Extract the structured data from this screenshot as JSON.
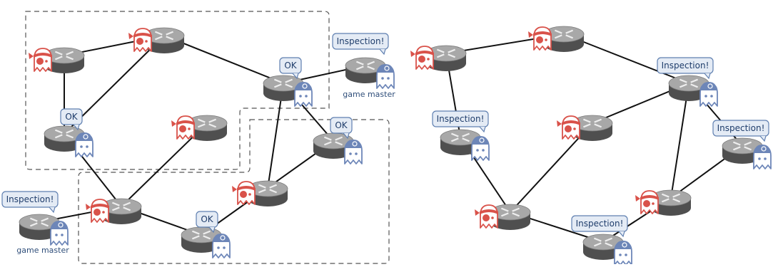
{
  "labels": {
    "inspection": "Inspection!",
    "ok": "OK",
    "game_master": "game master"
  },
  "colors": {
    "router_top": "#a8a8a8",
    "router_side": "#4f4f4f",
    "ghost_bad": "#d9524a",
    "ghost_good": "#6d86b8",
    "bubble_fill": "#e4ebf5",
    "bubble_stroke": "#5f7fb0",
    "edge": "#111111",
    "dash": "#555555"
  },
  "left_diagram": {
    "nodes": [
      {
        "id": "L1",
        "ghost": "bad"
      },
      {
        "id": "L2",
        "ghost": "bad"
      },
      {
        "id": "L3",
        "ghost": "good",
        "bubble": "ok"
      },
      {
        "id": "L4",
        "ghost": "good",
        "bubble": "inspection",
        "caption": "game_master"
      },
      {
        "id": "L5",
        "ghost": "good",
        "bubble": "ok"
      },
      {
        "id": "L6",
        "ghost": "bad"
      },
      {
        "id": "L7",
        "ghost": "good",
        "bubble": "ok"
      },
      {
        "id": "L8",
        "ghost": "bad"
      },
      {
        "id": "L9",
        "ghost": "good",
        "bubble": "inspection",
        "caption": "game_master"
      },
      {
        "id": "L10",
        "ghost": "good",
        "bubble": "ok"
      },
      {
        "id": "L11",
        "ghost": "bad"
      }
    ]
  },
  "right_diagram": {
    "nodes": [
      {
        "id": "R1",
        "ghost": "bad"
      },
      {
        "id": "R2",
        "ghost": "bad"
      },
      {
        "id": "R3",
        "ghost": "good",
        "bubble": "inspection"
      },
      {
        "id": "R4",
        "ghost": "good",
        "bubble": "inspection"
      },
      {
        "id": "R5",
        "ghost": "bad"
      },
      {
        "id": "R6",
        "ghost": "good",
        "bubble": "inspection"
      },
      {
        "id": "R7",
        "ghost": "bad"
      },
      {
        "id": "R8",
        "ghost": "bad"
      },
      {
        "id": "R9",
        "ghost": "good",
        "bubble": "inspection"
      }
    ]
  }
}
